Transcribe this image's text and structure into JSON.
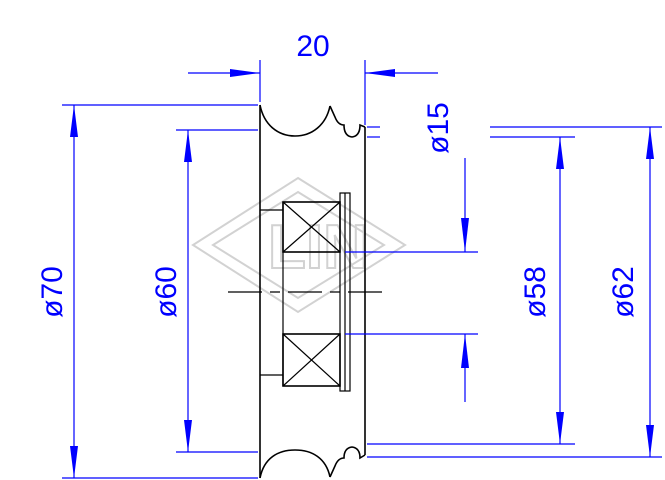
{
  "dimensions": {
    "width": "20",
    "bore": "ø15",
    "outer_diameter": "ø70",
    "groove_diameter": "ø60",
    "inner_diameter": "ø58",
    "rim_diameter": "ø62"
  },
  "watermark": {
    "text": "LIN"
  },
  "colors": {
    "dimension": "#0000ff",
    "part": "#000000",
    "watermark": "#d2d2d2"
  }
}
